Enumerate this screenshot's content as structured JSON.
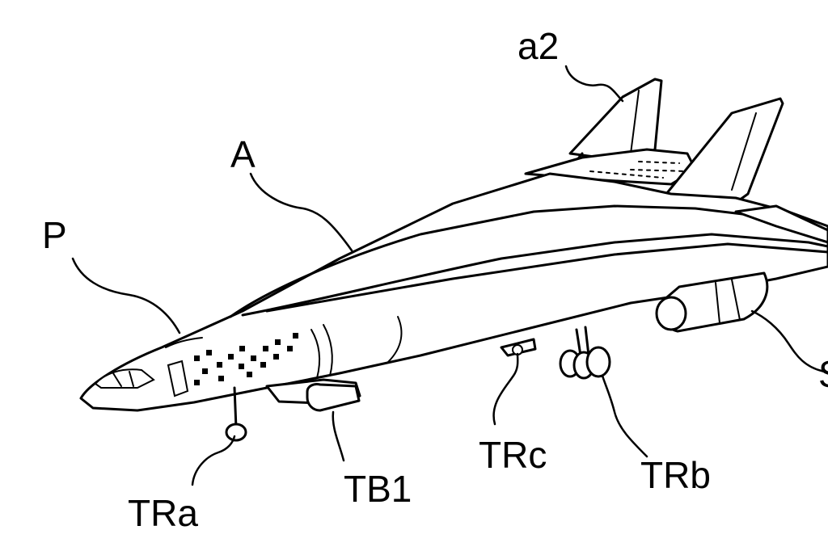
{
  "figure": {
    "labels": {
      "a2": "a2",
      "A": "A",
      "P": "P",
      "TRa": "TRa",
      "TB1": "TB1",
      "TRc": "TRc",
      "TRb": "TRb",
      "S": "S"
    }
  }
}
